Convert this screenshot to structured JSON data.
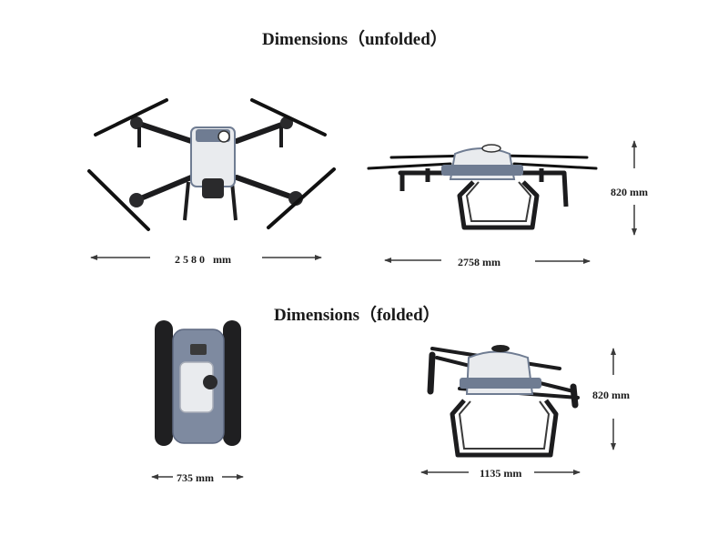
{
  "unfolded": {
    "title": "Dimensions（unfolded）",
    "width_label": "2 5 8 0   mm",
    "depth_label": "2758 mm",
    "height_label": "820 mm"
  },
  "folded": {
    "title": "Dimensions（folded）",
    "width_label": "735 mm",
    "depth_label": "1135 mm",
    "height_label": "820 mm"
  },
  "colors": {
    "body_white": "#e9ebee",
    "frame_dark": "#1c1c1e",
    "slate": "#6f7c92",
    "arrow": "#3a3a3a"
  }
}
